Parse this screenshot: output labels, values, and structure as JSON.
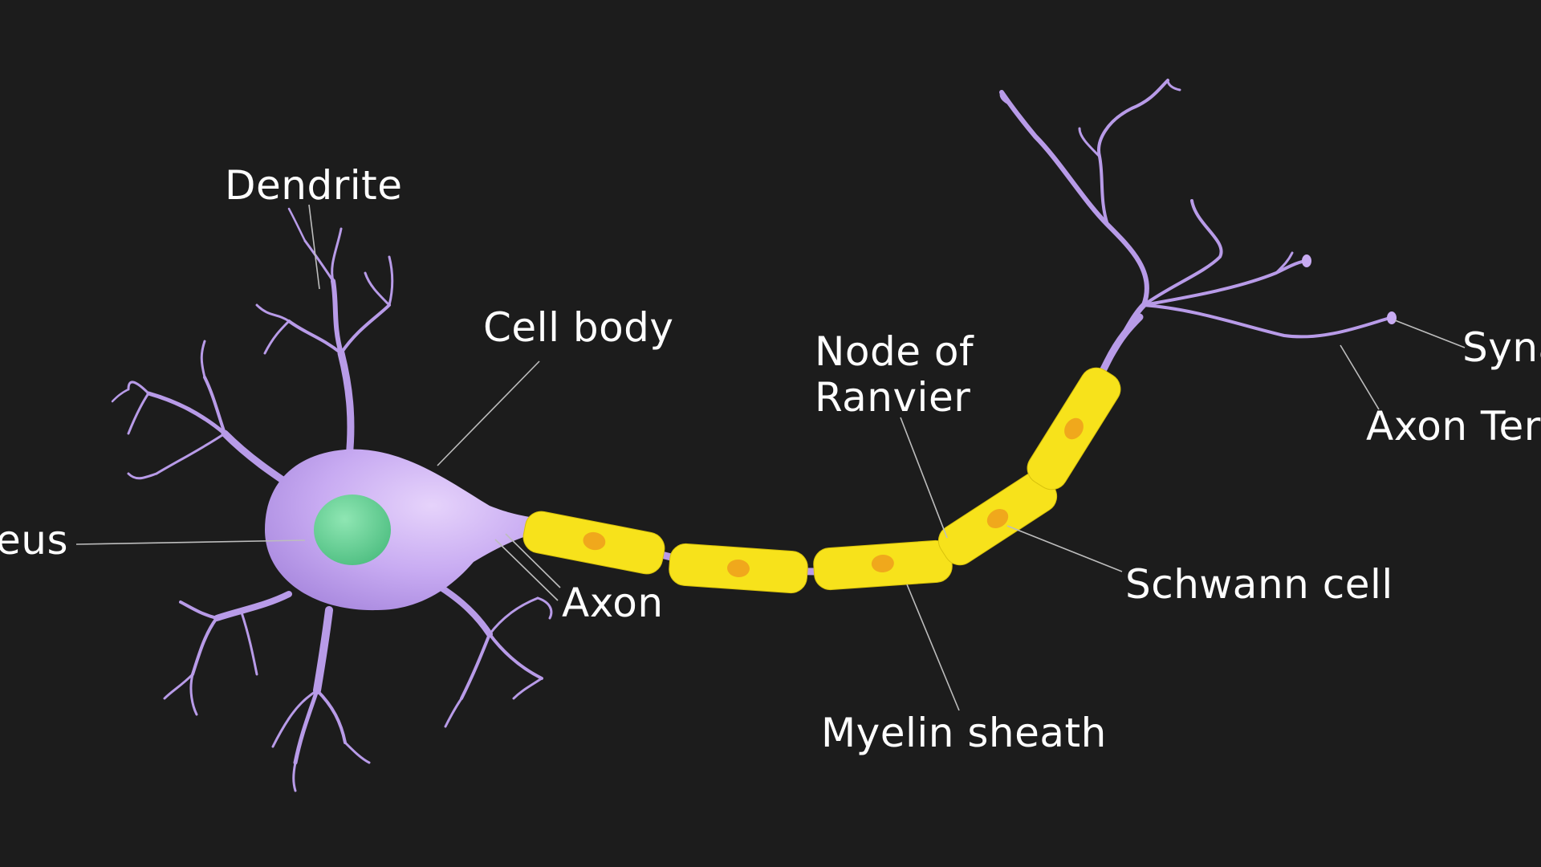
{
  "diagram": {
    "title": "",
    "background_color": "#1c1c1c",
    "colors": {
      "neuron": "#b89be8",
      "cell_body_highlight": "#e2cdfa",
      "nucleus": "#6ed39a",
      "myelin": "#f7e21b",
      "schwann_nucleus": "#f0a81c",
      "label_text": "#ffffff",
      "leader_line": "#bdbdbd"
    },
    "labels": {
      "dendrite": "Dendrite",
      "cell_body": "Cell body",
      "nucleus": "eus",
      "axon": "Axon",
      "node_of_ranvier_line1": "Node of",
      "node_of_ranvier_line2": "Ranvier",
      "myelin_sheath": "Myelin sheath",
      "schwann_cell": "Schwann cell",
      "synapse": "Synap",
      "axon_terminal": "Axon Term"
    }
  }
}
